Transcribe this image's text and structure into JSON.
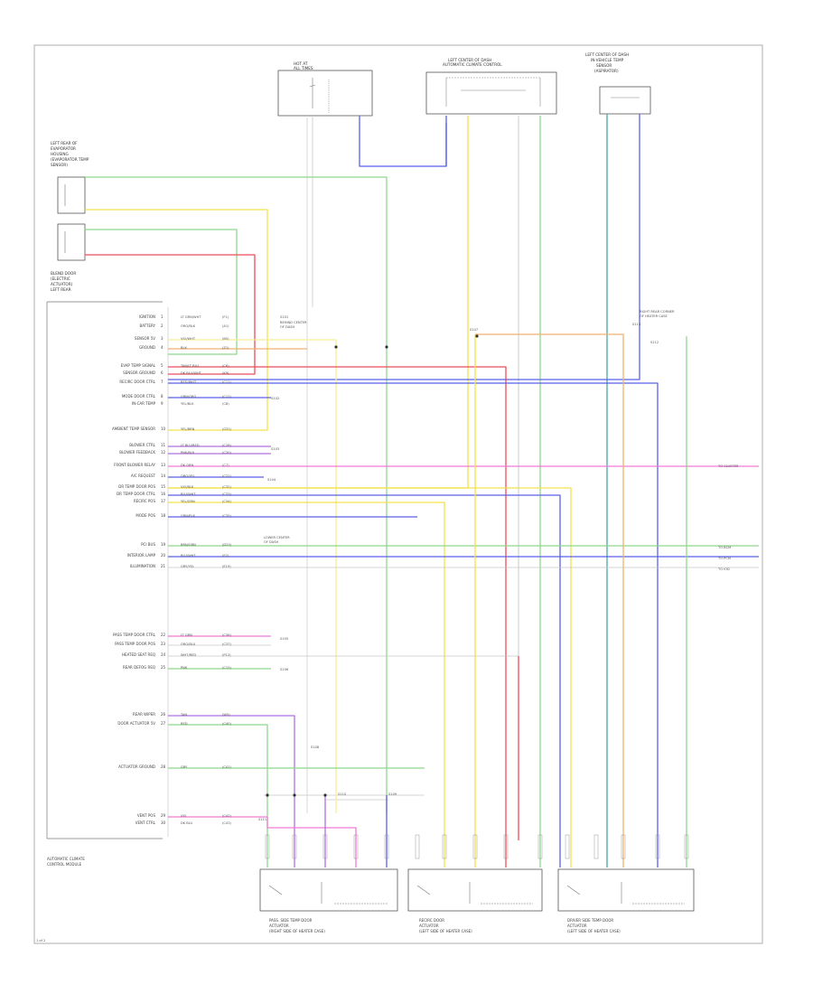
{
  "diagram": {
    "footer_code": "1 of 2",
    "module_caption": [
      "AUTOMATIC CLIMATE",
      "CONTROL MODULE"
    ],
    "top_components": [
      {
        "key": "fuse",
        "lines": [
          "HOT AT",
          "ALL TIMES"
        ]
      },
      {
        "key": "controller",
        "lines": [
          "LEFT CENTER OF DASH",
          "AUTOMATIC CLIMATE CONTROL"
        ]
      },
      {
        "key": "sensor",
        "lines": [
          "LEFT CENTER OF DASH",
          "IN-VEHICLE TEMP",
          "SENSOR",
          "(ASPIRATOR)"
        ]
      }
    ],
    "left_components": [
      {
        "key": "sensor-top",
        "lines": [
          "LEFT REAR OF",
          "EVAPORATOR",
          "HOUSING",
          "(EVAPORATOR TEMP",
          "SENSOR)"
        ]
      },
      {
        "key": "sensor-bottom",
        "lines": [
          "BLEND DOOR",
          "(ELECTRIC",
          "ACTUATOR)",
          "LEFT REAR"
        ]
      }
    ],
    "bottom_components": [
      {
        "key": "actuator-1",
        "lines": [
          "PASS. SIDE TEMP DOOR",
          "ACTUATOR",
          "(RIGHT SIDE OF HEATER CASE)"
        ]
      },
      {
        "key": "actuator-2",
        "lines": [
          "RECIRC DOOR",
          "ACTUATOR",
          "(LEFT SIDE OF HEATER CASE)"
        ]
      },
      {
        "key": "actuator-3",
        "lines": [
          "DRIVER SIDE TEMP DOOR",
          "ACTUATOR",
          "(LEFT SIDE OF HEATER CASE)"
        ]
      }
    ],
    "side_notes": [
      {
        "key": "note-1",
        "lines": [
          "BEHIND CENTER",
          "OF DASH"
        ]
      },
      {
        "key": "note-2",
        "lines": [
          "LOWER CENTER",
          "OF DASH"
        ]
      },
      {
        "key": "note-3",
        "lines": [
          "RIGHT REAR CORNER",
          "OF HEATER CASE"
        ]
      }
    ],
    "pin_labels": [
      {
        "num": "1",
        "name": "IGNITION",
        "wire": "LT GRN/WHT",
        "circ": "(F1)"
      },
      {
        "num": "2",
        "name": "BATTERY",
        "wire": "ORG/BLK",
        "circ": "(A1)"
      },
      {
        "num": "3",
        "name": "SENSOR 5V",
        "wire": "VIO/WHT",
        "circ": "(B5)"
      },
      {
        "num": "4",
        "name": "GROUND",
        "wire": "BLK",
        "circ": "(Z1)"
      },
      {
        "num": "5",
        "name": "EVAP TEMP SIGNAL",
        "wire": "TAN/LT BLU",
        "circ": "(C6)"
      },
      {
        "num": "6",
        "name": "SENSOR GROUND",
        "wire": "DK BLU/WHT",
        "circ": "(K9)"
      },
      {
        "num": "7",
        "name": "RECIRC DOOR CTRL",
        "wire": "RED/WHT",
        "circ": "(C11)"
      },
      {
        "num": "8",
        "name": "MODE DOOR CTRL",
        "wire": "GRN/ORG",
        "circ": "(C12)"
      },
      {
        "num": "9",
        "name": "IN-CAR TEMP",
        "wire": "YEL/BLK",
        "circ": "(C8)"
      },
      {
        "num": "10",
        "name": "AMBIENT TEMP SENSOR",
        "wire": "YEL/BRN",
        "circ": "(G31)"
      },
      {
        "num": "11",
        "name": "BLOWER CTRL",
        "wire": "LT BLU/RED",
        "circ": "(C28)"
      },
      {
        "num": "12",
        "name": "BLOWER FEEDBACK",
        "wire": "PNK/BLK",
        "circ": "(C30)"
      },
      {
        "num": "13",
        "name": "FRONT BLOWER RELAY",
        "wire": "DK GRN",
        "circ": "(C7)"
      },
      {
        "num": "14",
        "name": "A/C REQUEST",
        "wire": "ORG/YEL",
        "circ": "(C22)"
      },
      {
        "num": "15",
        "name": "DR TEMP DOOR POS",
        "wire": "VIO/BLK",
        "circ": "(C32)"
      },
      {
        "num": "16",
        "name": "DR TEMP DOOR CTRL",
        "wire": "BLU/WHT",
        "circ": "(C33)"
      },
      {
        "num": "17",
        "name": "RECIRC POS",
        "wire": "YEL/GRN",
        "circ": "(C34)"
      },
      {
        "num": "18",
        "name": "MODE POS",
        "wire": "GRN/BLK",
        "circ": "(C35)"
      },
      {
        "num": "19",
        "name": "PCI BUS",
        "wire": "BRN/GRN",
        "circ": "(D25)"
      },
      {
        "num": "20",
        "name": "INTERIOR LAMP",
        "wire": "BLU/WHT",
        "circ": "(E2)"
      },
      {
        "num": "21",
        "name": "ILLUMINATION",
        "wire": "GRY/YEL",
        "circ": "(E19)"
      },
      {
        "num": "22",
        "name": "PASS TEMP DOOR CTRL",
        "wire": "LT GRN",
        "circ": "(C36)"
      },
      {
        "num": "23",
        "name": "PASS TEMP DOOR POS",
        "wire": "ORG/BLU",
        "circ": "(C37)"
      },
      {
        "num": "24",
        "name": "HEATED SEAT REQ",
        "wire": "WHT/RED",
        "circ": "(P12)"
      },
      {
        "num": "25",
        "name": "REAR DEFOG REQ",
        "wire": "PNK",
        "circ": "(C15)"
      },
      {
        "num": "26",
        "name": "REAR WIPER",
        "wire": "TAN",
        "circ": "(W5)"
      },
      {
        "num": "27",
        "name": "DOOR ACTUATOR 5V",
        "wire": "RED",
        "circ": "(C40)"
      },
      {
        "num": "28",
        "name": "ACTUATOR GROUND",
        "wire": "GRY",
        "circ": "(C41)"
      },
      {
        "num": "29",
        "name": "VENT POS",
        "wire": "VIO",
        "circ": "(C42)"
      },
      {
        "num": "30",
        "name": "VENT CTRL",
        "wire": "DK BLU",
        "circ": "(C43)"
      }
    ],
    "right_edge_labels": [
      "TO CLUSTER",
      "TO BCM",
      "TO PCM",
      "TO IOD"
    ],
    "splice_labels": [
      "S101",
      "S102",
      "S103",
      "S104",
      "S105",
      "S106",
      "S107",
      "S108",
      "S109",
      "S110",
      "S111",
      "S112",
      "S113"
    ],
    "colors": {
      "green": "#8fd88a",
      "yellow": "#f2e14a",
      "red": "#ee4b5a",
      "blue": "#5a62e8",
      "violet": "#b070e0",
      "pink": "#f07ad8",
      "teal": "#4aa8a8",
      "orange": "#f0b070",
      "light_yellow": "#f6ee9a",
      "grey": "#c8c8c8"
    }
  }
}
